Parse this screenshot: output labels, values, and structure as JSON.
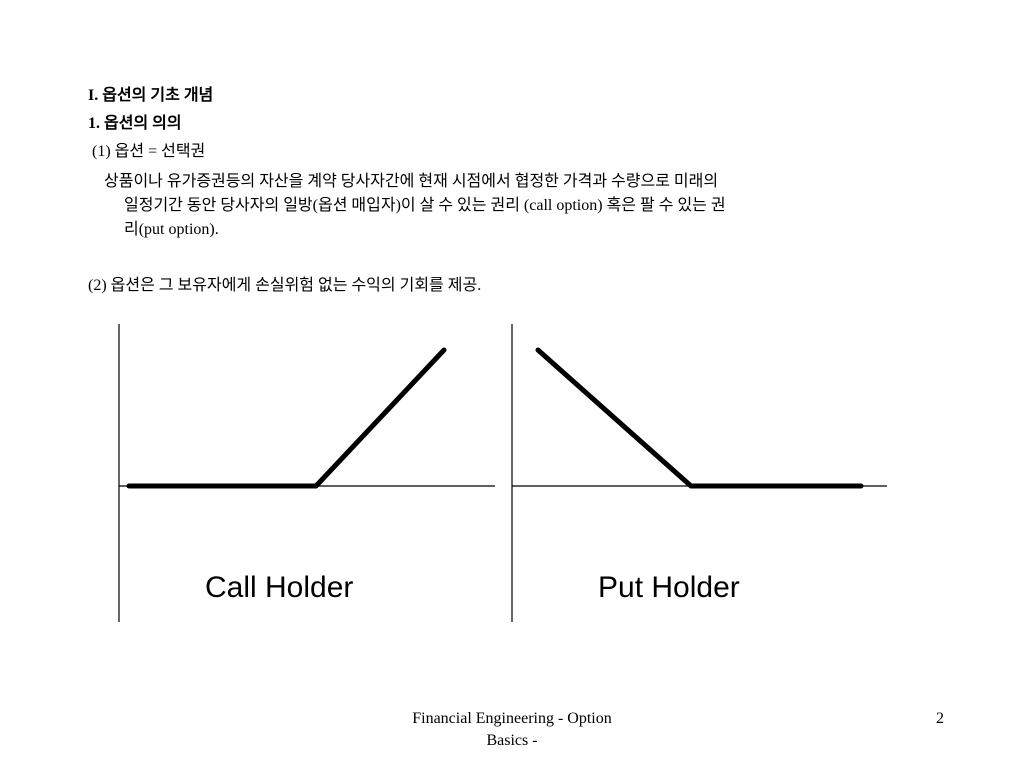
{
  "heading": {
    "section": "I.  옵션의 기초 개념",
    "subsection": "1. 옵션의 의의"
  },
  "point1": {
    "title": "(1) 옵션 = 선택권",
    "lines": [
      "상품이나 유가증권등의 자산을 계약 당사자간에 현재 시점에서 협정한 가격과 수량으로 미래의",
      "일정기간 동안 당사자의 일방(옵션 매입자)이 살 수 있는 권리 (call option) 혹은 팔 수 있는 권",
      "리(put option)."
    ]
  },
  "point2": {
    "title": "(2) 옵션은 그 보유자에게 손실위험 없는 수익의 기회를 제공."
  },
  "diagram": {
    "call_caption": "Call Holder",
    "put_caption": "Put Holder",
    "line_color": "#000000"
  },
  "footer": {
    "title_line1": "Financial Engineering - Option",
    "title_line2": "Basics -",
    "page_number": "2"
  }
}
